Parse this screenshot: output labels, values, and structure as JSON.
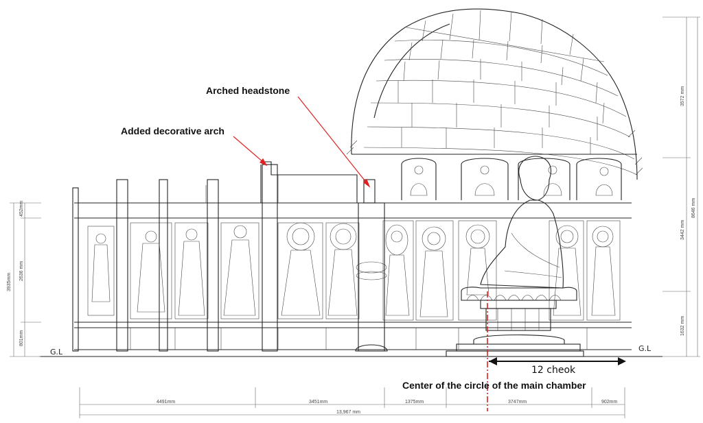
{
  "annotations": {
    "arched_headstone": "Arched headstone",
    "added_decorative_arch": "Added decorative arch",
    "center_circle": "Center of the circle of the main chamber",
    "twelve_cheok": "12 cheok"
  },
  "ground_labels": {
    "left": "G.L",
    "right": "G.L"
  },
  "horizontal_dimensions": {
    "seg1": "4491mm",
    "seg2": "3451mm",
    "seg3": "1375mm",
    "seg4": "3747mm",
    "seg5": "902mm",
    "total": "13,967 mm"
  },
  "left_dimensions": {
    "total": "3935mm",
    "top": "452mm",
    "middle": "2636 mm",
    "bottom": "801mm"
  },
  "right_dimensions": {
    "total": "8646 mm",
    "top": "3572 mm",
    "middle": "3442 mm",
    "bottom": "1632 mm"
  },
  "colors": {
    "annotation_arrow": "#e02020",
    "line": "#222222"
  }
}
